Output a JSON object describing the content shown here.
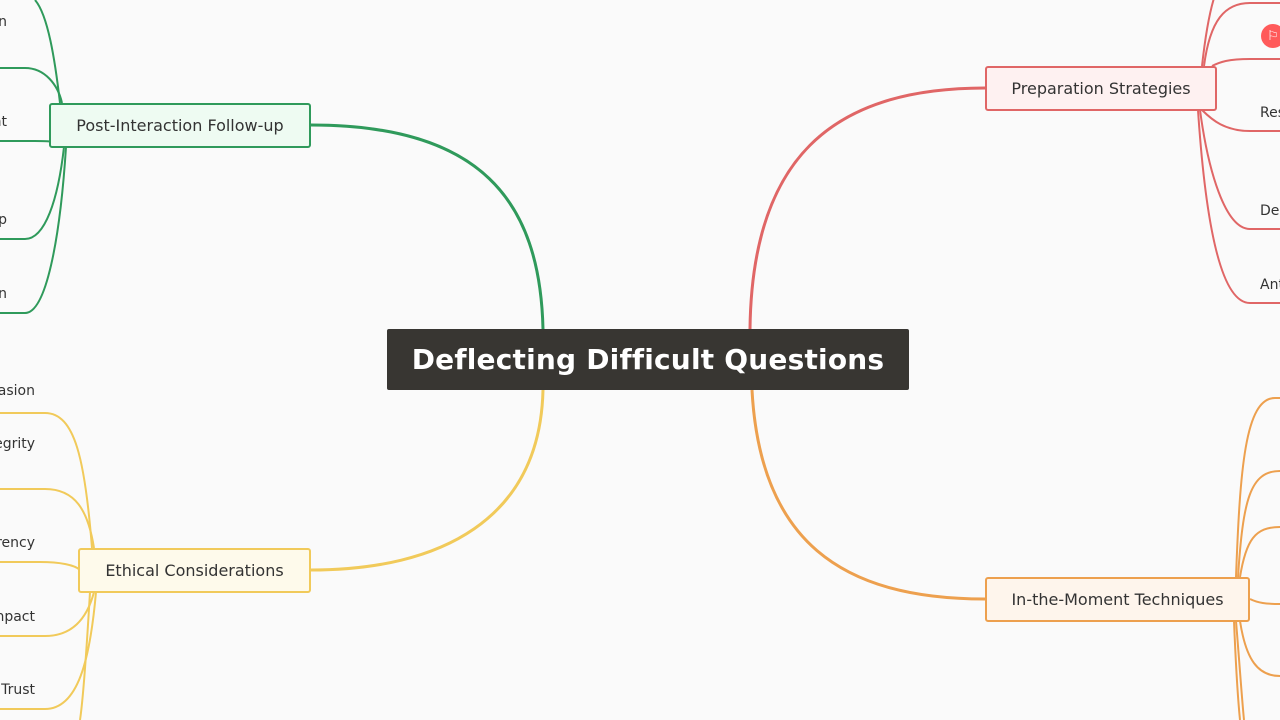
{
  "central": {
    "label": "Deflecting Difficult Questions"
  },
  "colors": {
    "background": "#fafafa",
    "central_fill": "#383632",
    "red": "#e06666",
    "orange": "#eda04e",
    "green": "#2f9a5b",
    "yellow": "#f1ca5a"
  },
  "branches": {
    "preparation": {
      "label": "Preparation Strategies",
      "fill": "#fef1f1",
      "stroke": "#e06666",
      "children": [
        "Res",
        "De",
        "Ant"
      ]
    },
    "in_the_moment": {
      "label": "In-the-Moment Techniques",
      "fill": "#fef5ec",
      "stroke": "#eda04e",
      "children": []
    },
    "post_interaction": {
      "label": "Post-Interaction Follow-up",
      "fill": "#eefbf2",
      "stroke": "#2f9a5b",
      "children": [
        "n",
        "nt",
        "p",
        "n"
      ]
    },
    "ethical": {
      "label": "Ethical Considerations",
      "fill": "#fefaeb",
      "stroke": "#f1ca5a",
      "children": [
        "asion",
        "egrity",
        "rency",
        "npact",
        "Trust"
      ]
    }
  },
  "markers": {
    "flag": {
      "icon": "flag-icon",
      "glyph": "⚐",
      "color": "#ff5a5a"
    }
  }
}
